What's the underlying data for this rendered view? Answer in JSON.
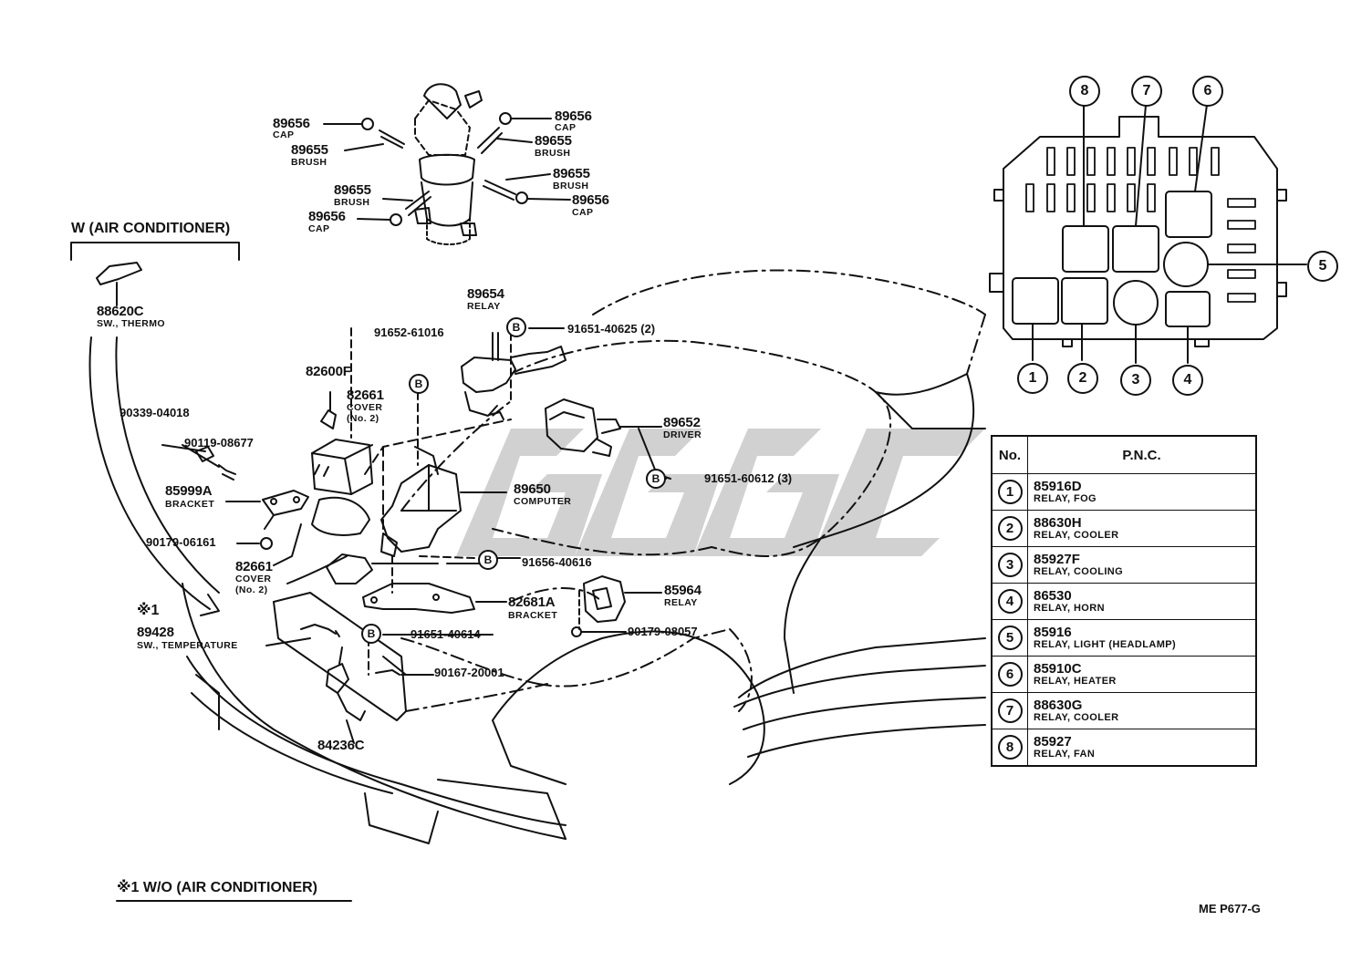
{
  "header_ac": "W (AIR  CONDITIONER)",
  "footnote": "※1 W/O (AIR CONDITIONER)",
  "drawing_code": "ME  P677-G",
  "asterisk_ref": "※1",
  "parts": {
    "cap_1": {
      "pn": "89656",
      "desc": "CAP"
    },
    "brush_1": {
      "pn": "89655",
      "desc": "BRUSH"
    },
    "cap_2": {
      "pn": "89656",
      "desc": "CAP"
    },
    "brush_2": {
      "pn": "89655",
      "desc": "BRUSH"
    },
    "brush_3": {
      "pn": "89655",
      "desc": "BRUSH"
    },
    "cap_3": {
      "pn": "89656",
      "desc": "CAP"
    },
    "brush_4": {
      "pn": "89655",
      "desc": "BRUSH"
    },
    "cap_4": {
      "pn": "89656",
      "desc": "CAP"
    },
    "thermo": {
      "pn": "88620C",
      "desc": "SW., THERMO"
    },
    "relay_89654": {
      "pn": "89654",
      "desc": "RELAY"
    },
    "bolt_91651_40625": {
      "pn": "91651-40625 (2)"
    },
    "bolt_91652": {
      "pn": "91652-61016"
    },
    "cover_82600F": {
      "pn": "82600F"
    },
    "cover_82661_top": {
      "pn": "82661",
      "desc": "COVER",
      "desc2": "(No. 2)"
    },
    "nut_90339": {
      "pn": "90339-04018"
    },
    "screw_90119": {
      "pn": "90119-08677"
    },
    "bracket_85999A": {
      "pn": "85999A",
      "desc": "BRACKET"
    },
    "driver_89652": {
      "pn": "89652",
      "desc": "DRIVER"
    },
    "bolt_91651_60612": {
      "pn": "91651-60612 (3)"
    },
    "computer_89650": {
      "pn": "89650",
      "desc": "COMPUTER"
    },
    "screw_90179_06161": {
      "pn": "90179-06161"
    },
    "bolt_91656": {
      "pn": "91656-40616"
    },
    "cover_82661_low": {
      "pn": "82661",
      "desc": "COVER",
      "desc2": "(No. 2)"
    },
    "relay_85964": {
      "pn": "85964",
      "desc": "RELAY"
    },
    "bracket_82681A": {
      "pn": "82681A",
      "desc": "BRACKET"
    },
    "temp_89428": {
      "pn": "89428",
      "desc": "SW., TEMPERATURE"
    },
    "bolt_91651_40614": {
      "pn": "91651-40614"
    },
    "screw_90179_08057": {
      "pn": "90179-08057"
    },
    "clip_90167": {
      "pn": "90167-20001"
    },
    "sensor_84236C": {
      "pn": "84236C"
    }
  },
  "b_mark": "B",
  "relay_box_callouts": [
    "8",
    "7",
    "6",
    "5",
    "1",
    "2",
    "3",
    "4"
  ],
  "table": {
    "col_no": "No.",
    "col_pnc": "P.N.C.",
    "rows": [
      {
        "no": "1",
        "code": "85916D",
        "desc": "RELAY, FOG"
      },
      {
        "no": "2",
        "code": "88630H",
        "desc": "RELAY, COOLER"
      },
      {
        "no": "3",
        "code": "85927F",
        "desc": "RELAY, COOLING"
      },
      {
        "no": "4",
        "code": "86530",
        "desc": "RELAY, HORN"
      },
      {
        "no": "5",
        "code": "85916",
        "desc": "RELAY, LIGHT (HEADLAMP)"
      },
      {
        "no": "6",
        "code": "85910C",
        "desc": "RELAY, HEATER"
      },
      {
        "no": "7",
        "code": "88630G",
        "desc": "RELAY, COOLER"
      },
      {
        "no": "8",
        "code": "85927",
        "desc": "RELAY, FAN"
      }
    ]
  }
}
